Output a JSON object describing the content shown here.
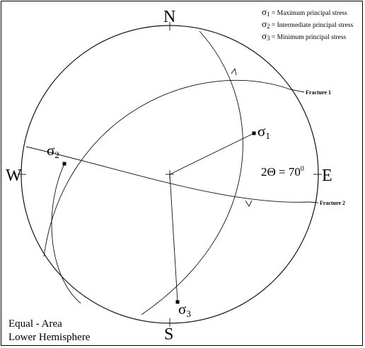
{
  "legend": [
    {
      "symbol": "σ",
      "sub": "1",
      "text": " = Maximum principal stress"
    },
    {
      "symbol": "σ",
      "sub": "2",
      "text": " = Intermediate principal stress"
    },
    {
      "symbol": "σ",
      "sub": "3",
      "text": " = Minimum principal stress"
    }
  ],
  "directions": {
    "north": "N",
    "south": "S",
    "east": "E",
    "west": "W"
  },
  "stress_labels": {
    "s1": {
      "symbol": "σ",
      "sub": "1"
    },
    "s2": {
      "symbol": "σ",
      "sub": "2"
    },
    "s3": {
      "symbol": "σ",
      "sub": "3"
    }
  },
  "angle": {
    "prefix": "2Θ = 70",
    "sup": "0"
  },
  "fractures": {
    "f1": "Fracture 1",
    "f2": "Fracture 2"
  },
  "caption": {
    "line1": "Equal - Area",
    "line2": "Lower Hemisphere"
  }
}
